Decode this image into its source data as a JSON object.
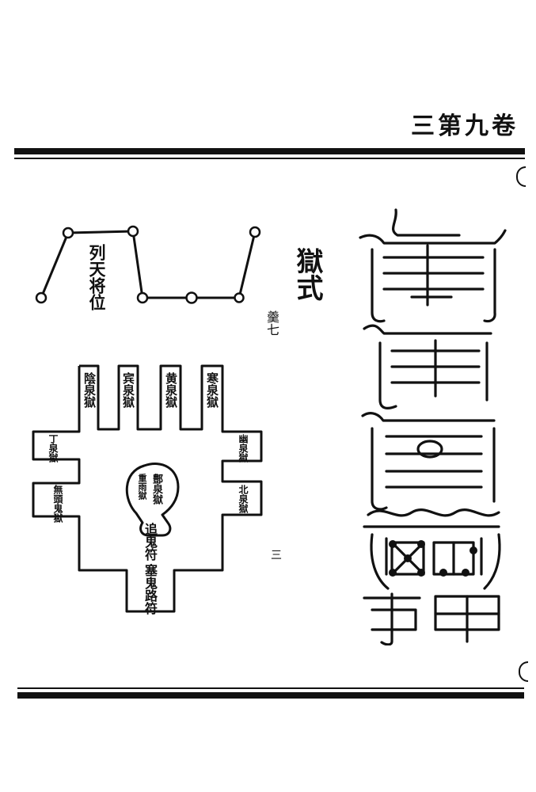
{
  "header": {
    "title": "三第九卷"
  },
  "figure": {
    "title": "獄式",
    "subtitle": "羹七",
    "side_number": "三"
  },
  "constellation": {
    "label": "列天将位"
  },
  "prison": {
    "top_bars": [
      "陰泉獄",
      "宾泉獄",
      "黄泉獄",
      "寒泉獄"
    ],
    "left_arms": [
      "丁泉獄",
      "無頭鬼獄"
    ],
    "right_arms": [
      "幽泉獄",
      "北泉獄"
    ],
    "center": [
      "鄷泉獄",
      "重雨獄"
    ],
    "talismans": [
      "追鬼符",
      "塞鬼路符"
    ]
  },
  "colors": {
    "ink": "#111111",
    "paper": "#ffffff"
  }
}
